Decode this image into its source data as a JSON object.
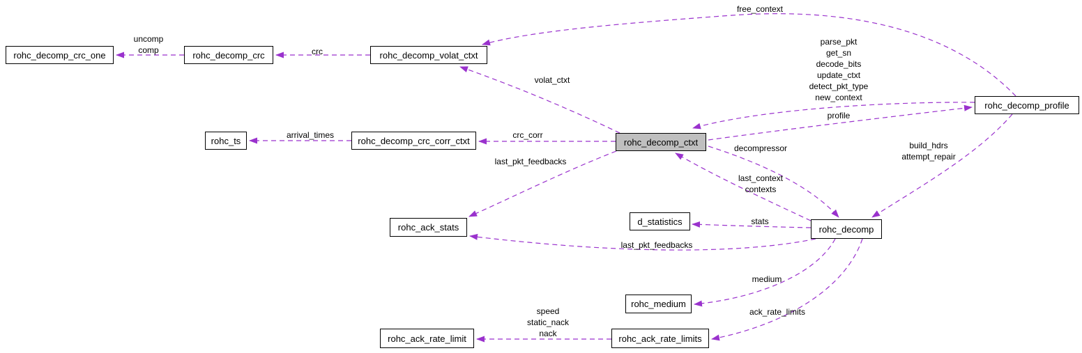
{
  "diagram": {
    "type": "doxygen-collaboration-graph",
    "focus_node": "rohc_decomp_ctxt",
    "colors": {
      "edge": "#9a32cd",
      "node_border": "#000000",
      "node_fill": "#ffffff",
      "focus_node_fill": "#bfbfbf",
      "background": "#ffffff"
    },
    "nodes": [
      {
        "id": "rohc_decomp_crc_one",
        "label": "rohc_decomp_crc_one"
      },
      {
        "id": "rohc_decomp_crc",
        "label": "rohc_decomp_crc"
      },
      {
        "id": "rohc_decomp_volat_ctxt",
        "label": "rohc_decomp_volat_ctxt"
      },
      {
        "id": "rohc_ts",
        "label": "rohc_ts"
      },
      {
        "id": "rohc_decomp_crc_corr_ctxt",
        "label": "rohc_decomp_crc_corr_ctxt"
      },
      {
        "id": "rohc_decomp_ctxt",
        "label": "rohc_decomp_ctxt"
      },
      {
        "id": "rohc_decomp_profile",
        "label": "rohc_decomp_profile"
      },
      {
        "id": "rohc_ack_stats",
        "label": "rohc_ack_stats"
      },
      {
        "id": "d_statistics",
        "label": "d_statistics"
      },
      {
        "id": "rohc_decomp",
        "label": "rohc_decomp"
      },
      {
        "id": "rohc_medium",
        "label": "rohc_medium"
      },
      {
        "id": "rohc_ack_rate_limit",
        "label": "rohc_ack_rate_limit"
      },
      {
        "id": "rohc_ack_rate_limits",
        "label": "rohc_ack_rate_limits"
      }
    ],
    "edges": [
      {
        "from": "rohc_decomp_crc",
        "to": "rohc_decomp_crc_one",
        "lines": [
          "uncomp",
          "comp"
        ]
      },
      {
        "from": "rohc_decomp_volat_ctxt",
        "to": "rohc_decomp_crc",
        "lines": [
          "crc"
        ]
      },
      {
        "from": "rohc_decomp_ctxt",
        "to": "rohc_decomp_volat_ctxt",
        "lines": [
          "volat_ctxt"
        ]
      },
      {
        "from": "rohc_decomp_profile",
        "to": "rohc_decomp_volat_ctxt",
        "lines": [
          "free_context"
        ]
      },
      {
        "from": "rohc_decomp_profile",
        "to": "rohc_decomp_ctxt",
        "lines": [
          "parse_pkt",
          "get_sn",
          "decode_bits",
          "update_ctxt",
          "detect_pkt_type",
          "new_context"
        ]
      },
      {
        "from": "rohc_decomp_ctxt",
        "to": "rohc_decomp_profile",
        "lines": [
          "profile"
        ]
      },
      {
        "from": "rohc_decomp_ctxt",
        "to": "rohc_decomp",
        "lines": [
          "decompressor"
        ]
      },
      {
        "from": "rohc_decomp",
        "to": "rohc_decomp_ctxt",
        "lines": [
          "last_context",
          "contexts"
        ]
      },
      {
        "from": "rohc_decomp_ctxt",
        "to": "rohc_decomp_crc_corr_ctxt",
        "lines": [
          "crc_corr"
        ]
      },
      {
        "from": "rohc_decomp_crc_corr_ctxt",
        "to": "rohc_ts",
        "lines": [
          "arrival_times"
        ]
      },
      {
        "from": "rohc_decomp_ctxt",
        "to": "rohc_ack_stats",
        "lines": [
          "last_pkt_feedbacks"
        ]
      },
      {
        "from": "rohc_decomp",
        "to": "rohc_ack_stats",
        "lines": [
          "last_pkt_feedbacks"
        ]
      },
      {
        "from": "rohc_decomp",
        "to": "d_statistics",
        "lines": [
          "stats"
        ]
      },
      {
        "from": "rohc_decomp",
        "to": "rohc_medium",
        "lines": [
          "medium"
        ]
      },
      {
        "from": "rohc_decomp",
        "to": "rohc_ack_rate_limits",
        "lines": [
          "ack_rate_limits"
        ]
      },
      {
        "from": "rohc_ack_rate_limits",
        "to": "rohc_ack_rate_limit",
        "lines": [
          "speed",
          "static_nack",
          "nack"
        ]
      },
      {
        "from": "rohc_decomp_profile",
        "to": "rohc_decomp",
        "lines": [
          "build_hdrs",
          "attempt_repair"
        ]
      }
    ]
  }
}
